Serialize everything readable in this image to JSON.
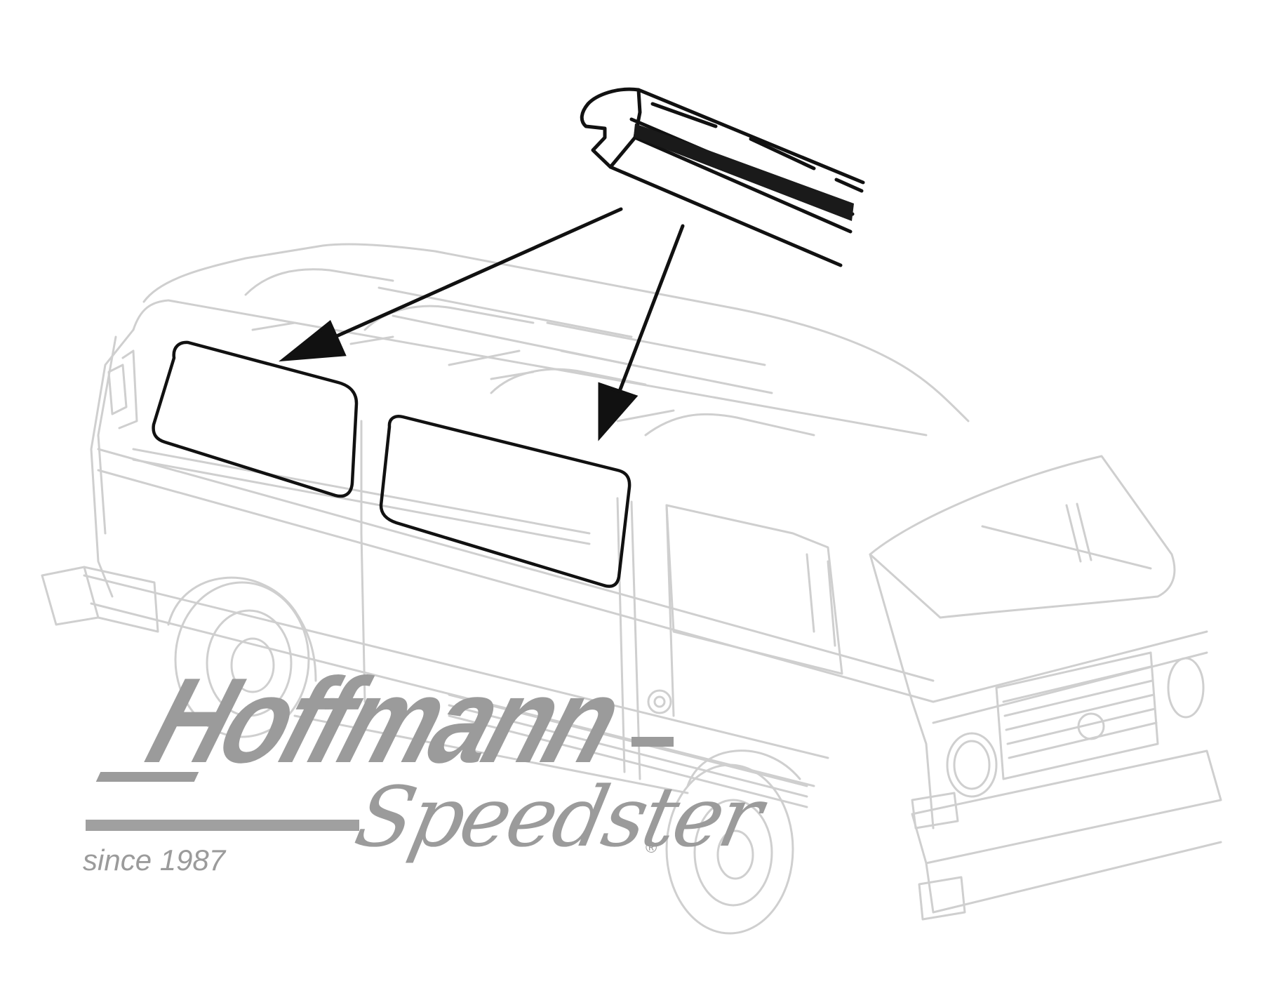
{
  "diagram": {
    "subject": "VW T3 van side window seal",
    "part_callout": {
      "label": "window rubber seal profile",
      "arrow_count": 2,
      "targets": [
        "rear-side-window",
        "middle-side-window"
      ]
    },
    "highlighted_windows": [
      {
        "name": "rear-side-window"
      },
      {
        "name": "middle-side-window"
      }
    ],
    "colors": {
      "line_art": "#cfcfcf",
      "highlight": "#111111",
      "logo": "#9b9b9b",
      "background": "#ffffff"
    }
  },
  "logo": {
    "brand_top": "Hoffmann",
    "brand_bottom": "Speedster",
    "registered_mark": "®",
    "tagline": "since 1987"
  }
}
